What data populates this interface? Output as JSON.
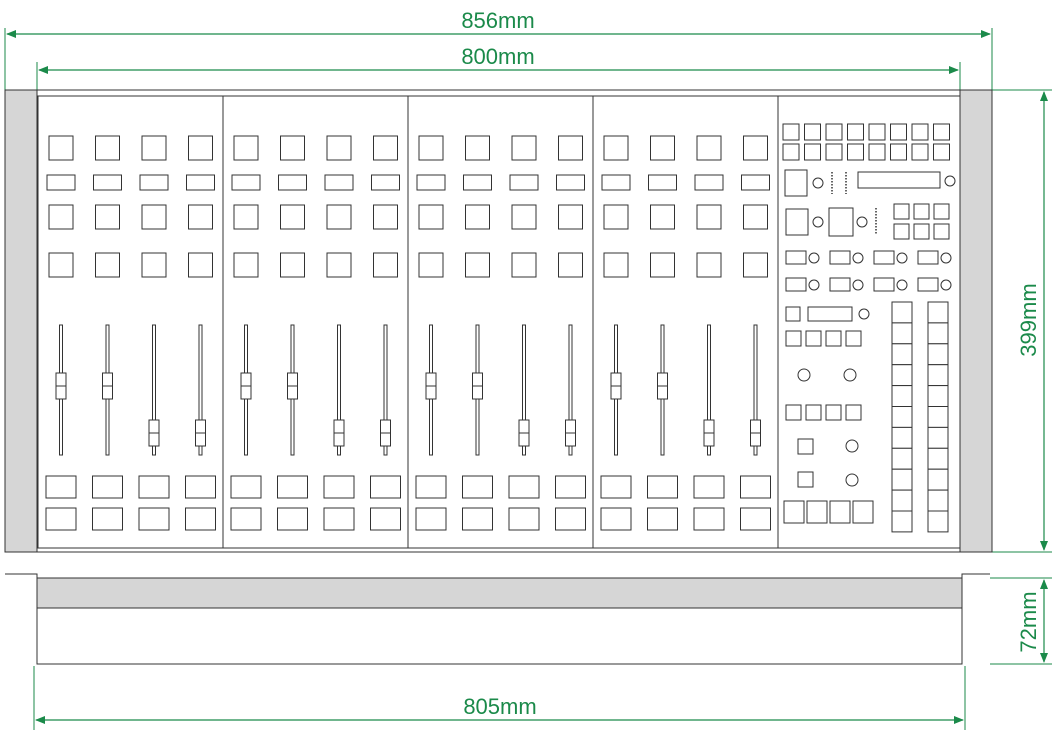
{
  "dimensions": {
    "overall_width": "856mm",
    "panel_width": "800mm",
    "height": "399mm",
    "depth": "72mm",
    "base_width": "805mm"
  },
  "colors": {
    "dimension": "#1b8a4a",
    "outline": "#333333",
    "side_panel": "#d6d6d6",
    "background": "#ffffff"
  },
  "modules": {
    "fader_channels": 4,
    "channels_per_module": 4,
    "master_section": 1
  }
}
